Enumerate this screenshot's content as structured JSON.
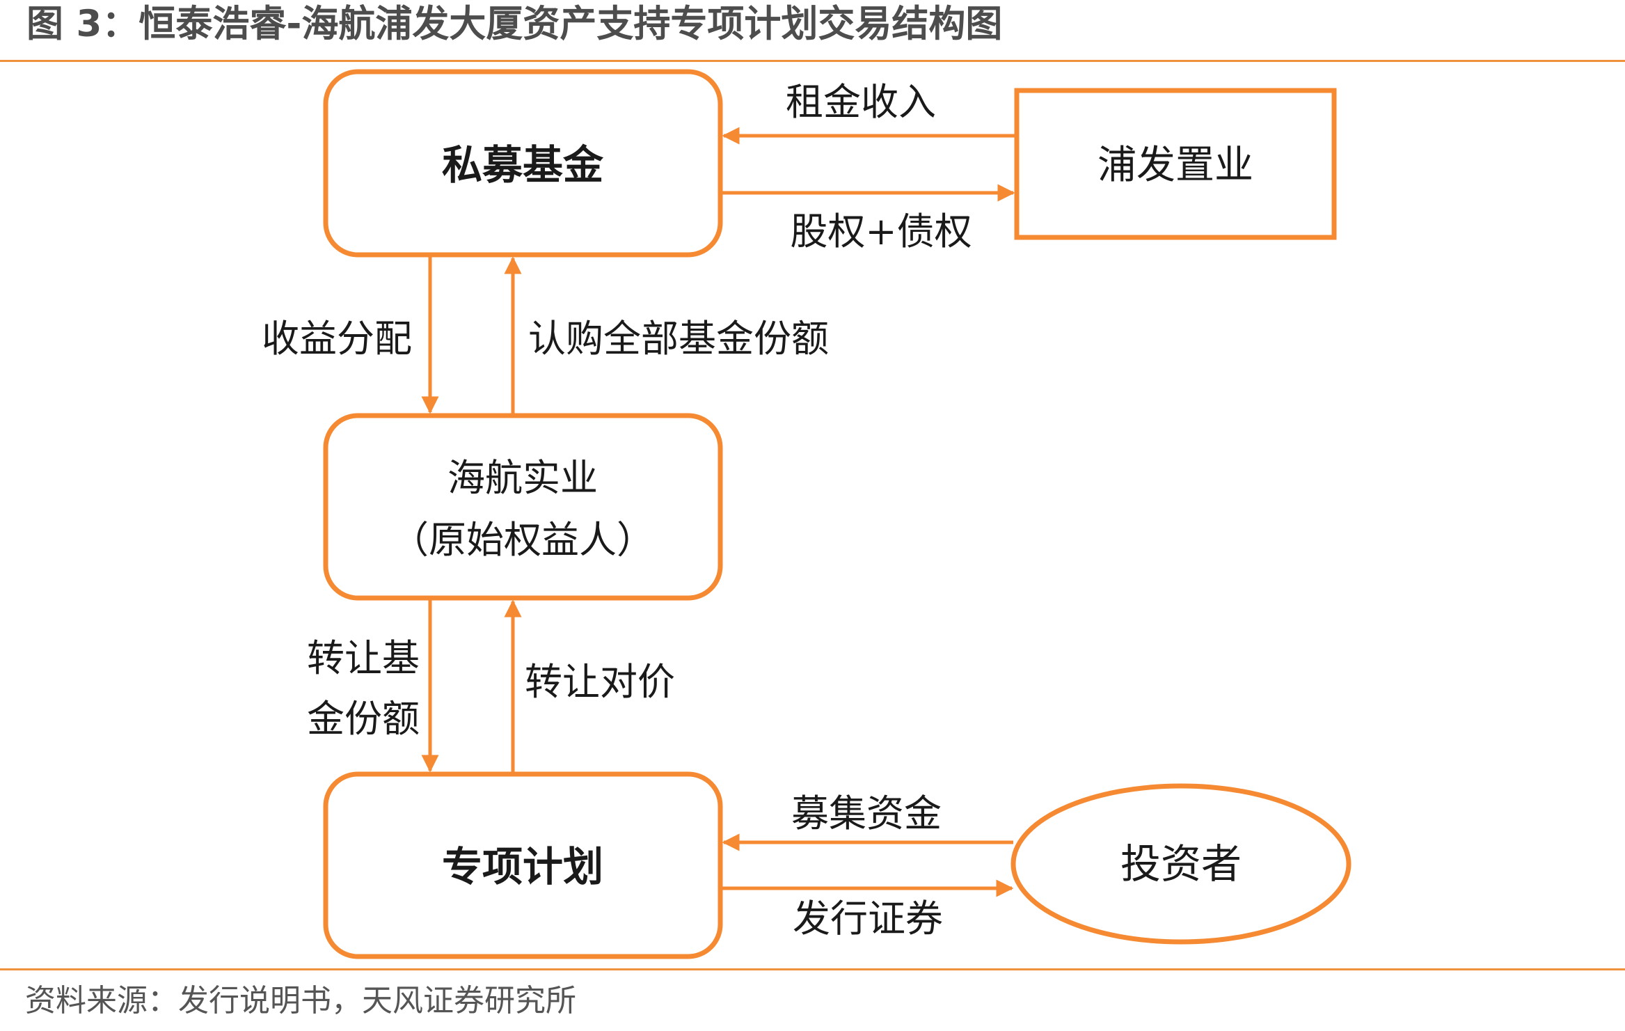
{
  "figure": {
    "title": "图 3：恒泰浩睿-海航浦发大厦资产支持专项计划交易结构图",
    "source": "资料来源：发行说明书，天风证券研究所"
  },
  "colors": {
    "accent": "#f0913c",
    "box_stroke": "#f58a32",
    "text": "#1a1a1a",
    "title_text": "#4d4d4d"
  },
  "nodes": {
    "private_fund": "私募基金",
    "pufa_property": "浦发置业",
    "hna_industry": "海航实业",
    "hna_industry_role": "（原始权益人）",
    "special_plan": "专项计划",
    "investors": "投资者"
  },
  "edges": {
    "rent_income": "租金收入",
    "equity_debt": "股权+债权",
    "income_distribution": "收益分配",
    "subscribe_all_shares": "认购全部基金份额",
    "transfer_fund_shares_line1": "转让基",
    "transfer_fund_shares_line2": "金份额",
    "transfer_consideration": "转让对价",
    "raise_funds": "募集资金",
    "issue_securities": "发行证券"
  }
}
